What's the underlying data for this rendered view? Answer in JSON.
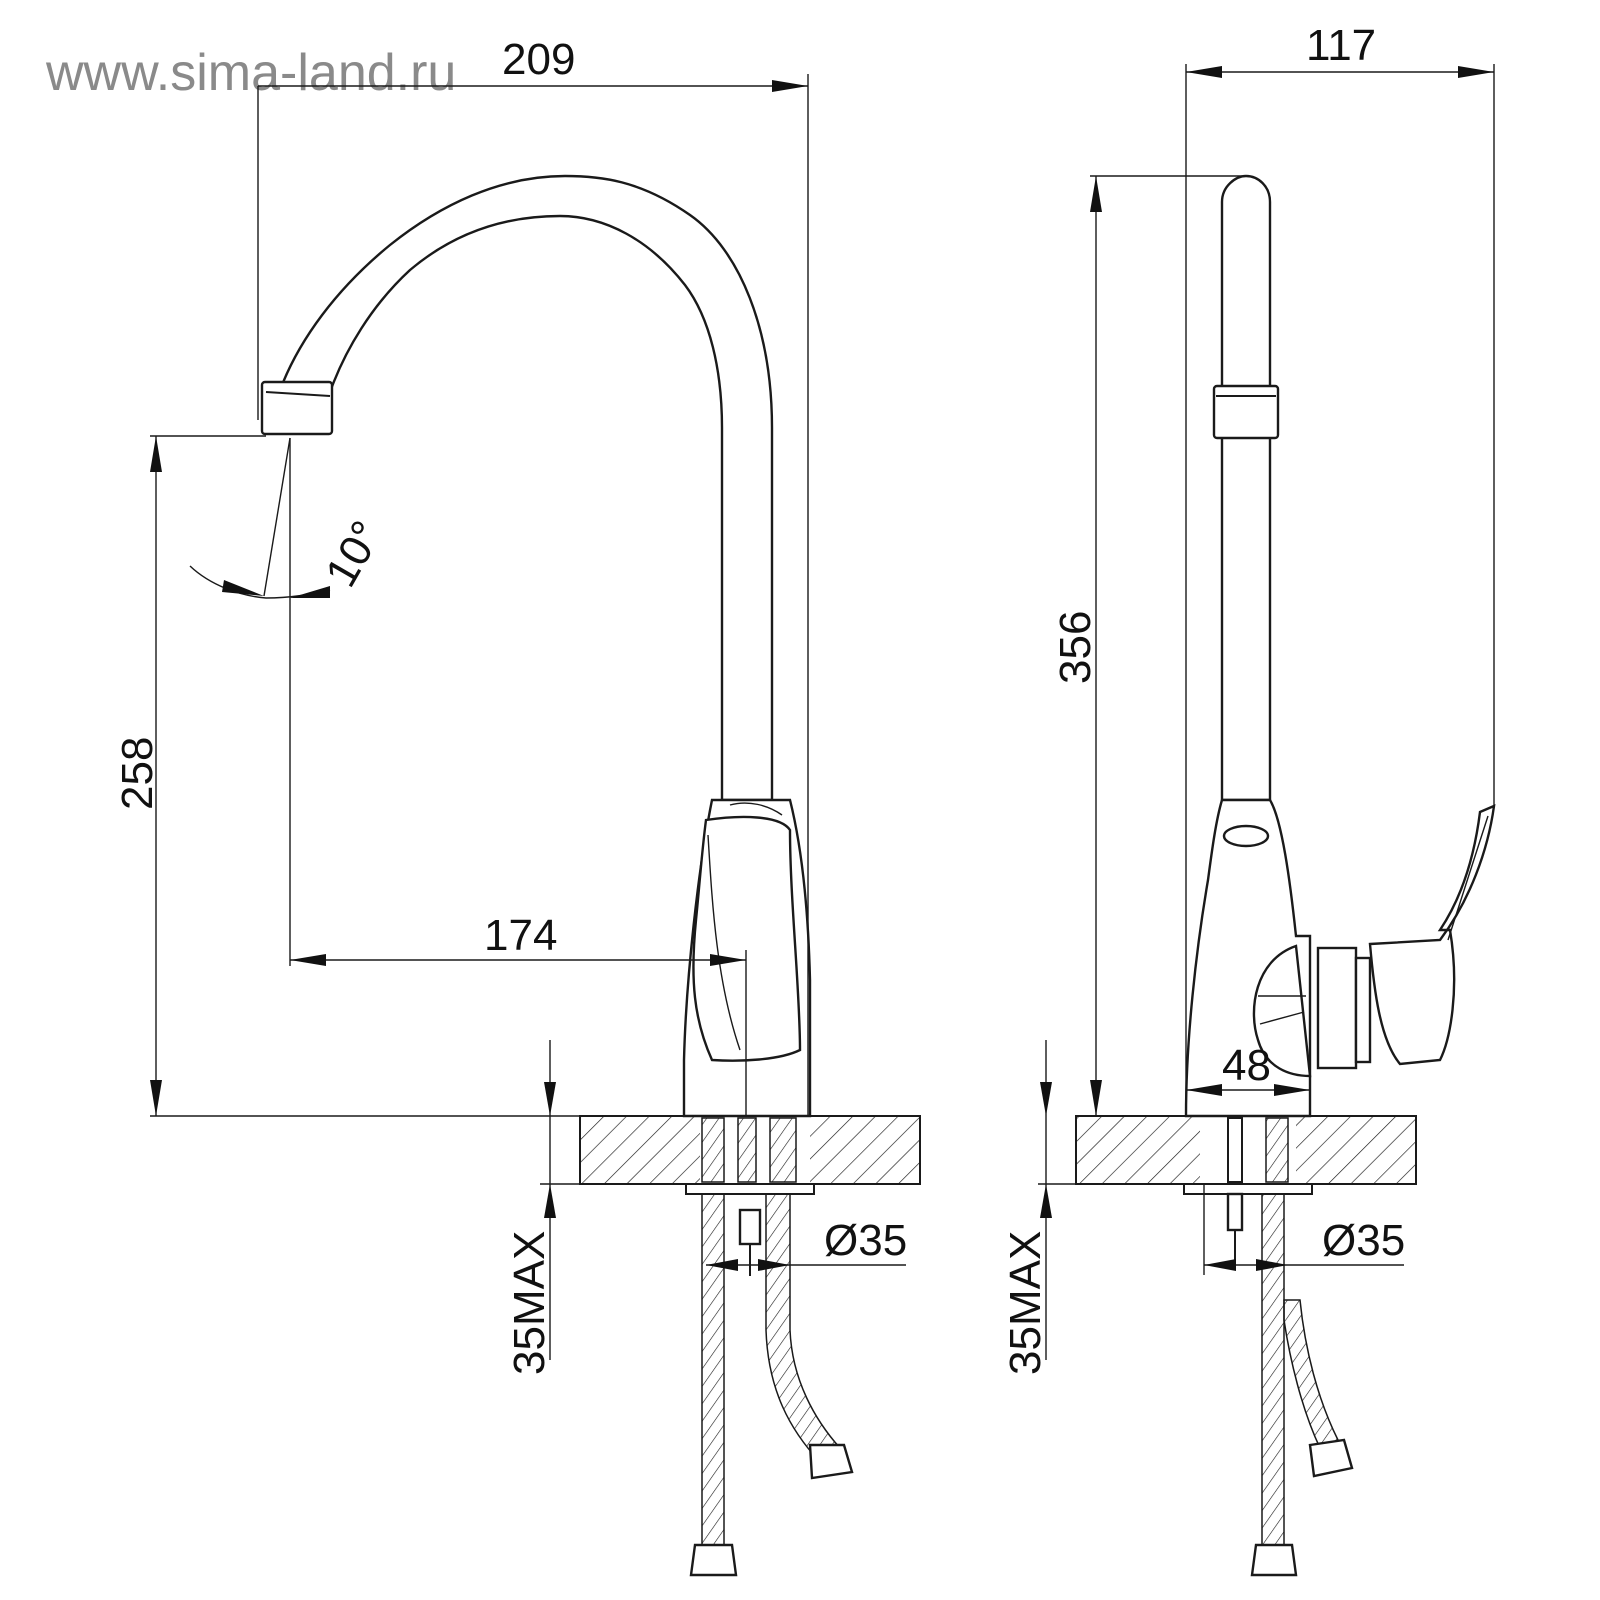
{
  "watermark": "www.sima-land.ru",
  "front_view": {
    "dim_width": "209",
    "dim_height": "258",
    "dim_reach": "174",
    "dim_angle": "10°",
    "dim_counter": "35MAX",
    "dim_hole": "Ø35"
  },
  "side_view": {
    "dim_width": "117",
    "dim_height": "356",
    "dim_base": "48",
    "dim_counter": "35MAX",
    "dim_hole": "Ø35"
  }
}
